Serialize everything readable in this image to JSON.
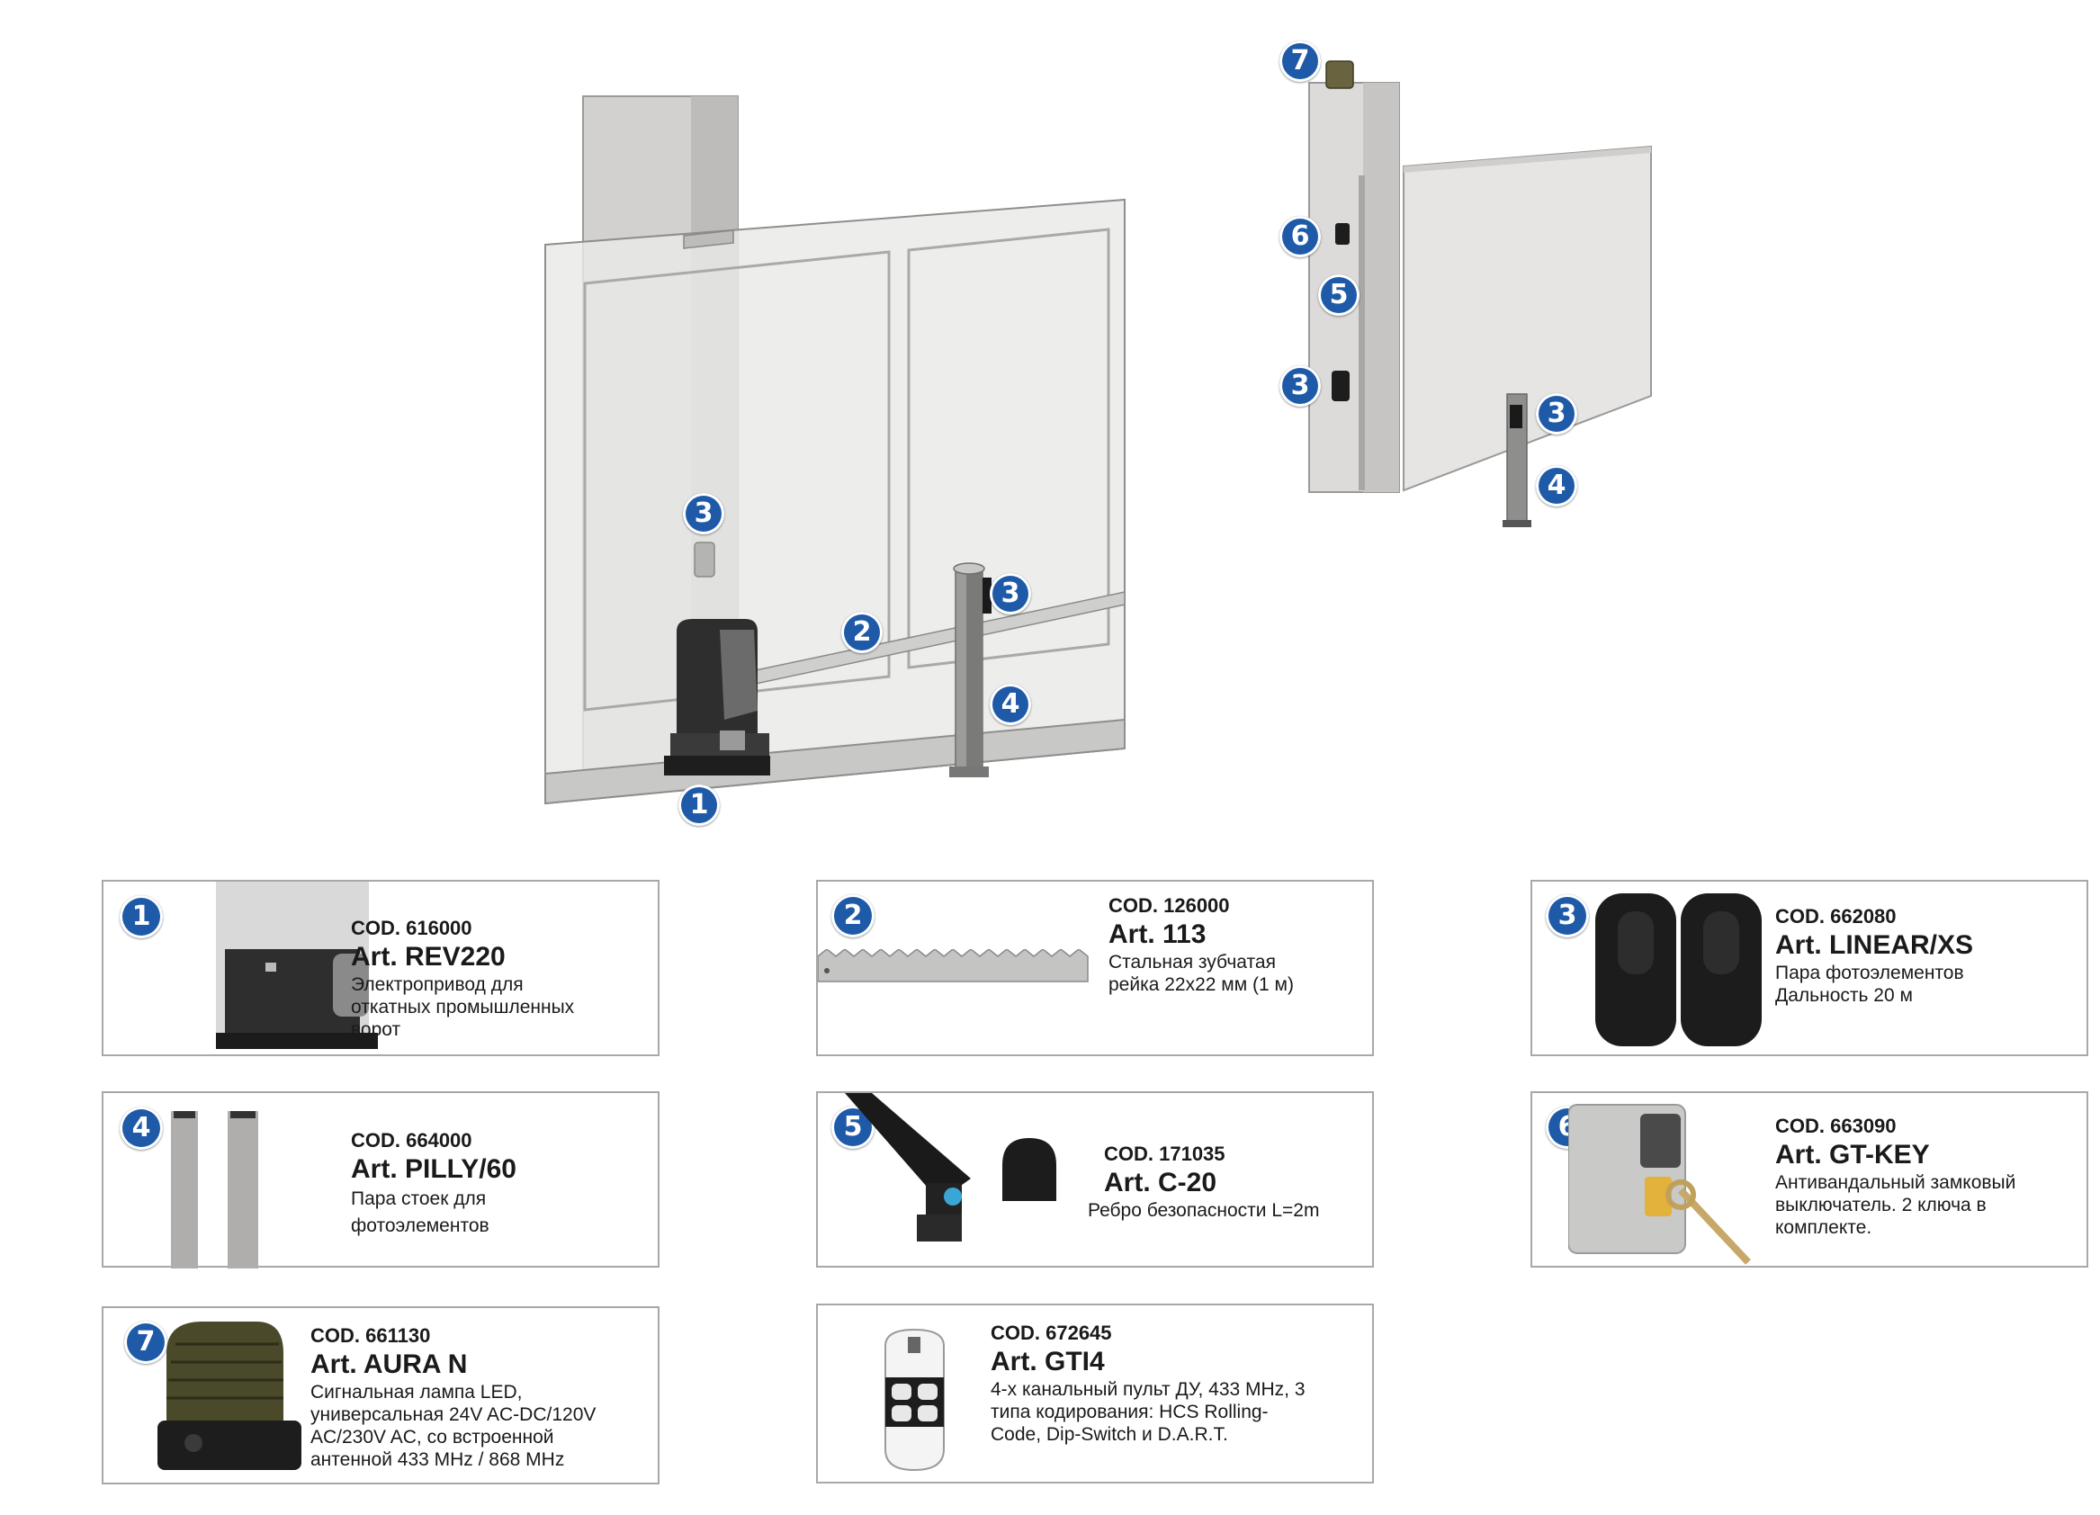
{
  "scene_badges": {
    "left_3a": "3",
    "left_3b": "3",
    "left_2": "2",
    "left_4": "4",
    "left_1": "1",
    "right_7": "7",
    "right_6": "6",
    "right_5": "5",
    "right_3a": "3",
    "right_3b": "3",
    "right_4": "4"
  },
  "products": [
    {
      "num": "1",
      "code": "COD. 616000",
      "art": "Art. REV220",
      "desc": [
        "Электропривод для",
        "откатных промышленных",
        "ворот"
      ]
    },
    {
      "num": "2",
      "code": "COD. 126000",
      "art": "Art. 113",
      "desc": [
        "Стальная зубчатая",
        "рейка 22x22 мм (1 м)"
      ]
    },
    {
      "num": "3",
      "code": "COD. 662080",
      "art": "Art. LINEAR/XS",
      "desc": [
        "Пара фотоэлементов",
        "Дальность 20 м"
      ]
    },
    {
      "num": "4",
      "code": "COD. 664000",
      "art": "Art. PILLY/60",
      "desc": [
        "Пара стоек для",
        "фотоэлементов"
      ]
    },
    {
      "num": "5",
      "code": "COD. 171035",
      "art": "Art. C-20",
      "desc": [
        "Ребро безопасности L=2m"
      ]
    },
    {
      "num": "6",
      "code": "COD. 663090",
      "art": "Art. GT-KEY",
      "desc": [
        "Антивандальный замковый",
        "выключатель. 2 ключа в",
        "комплекте."
      ]
    },
    {
      "num": "7",
      "code": "COD. 661130",
      "art": "Art. AURA N",
      "desc": [
        "Сигнальная лампа LED,",
        "универсальная 24V AC-DC/120V",
        "AC/230V AC, со встроенной",
        "антенной 433 MHz / 868 MHz"
      ]
    },
    {
      "num": "",
      "code": "COD. 672645",
      "art": "Art. GTI4",
      "desc": [
        "4-х канальный пульт ДУ, 433 MHz, 3",
        "типа кодирования: HCS Rolling-",
        "Code, Dip-Switch и D.A.R.T."
      ]
    }
  ],
  "colors": {
    "badge": "#1f5aa8",
    "card_border": "#a8a8a8",
    "gate": "#e4e4e2",
    "post": "#d9d8d6",
    "motor": "#2b2b2b"
  }
}
